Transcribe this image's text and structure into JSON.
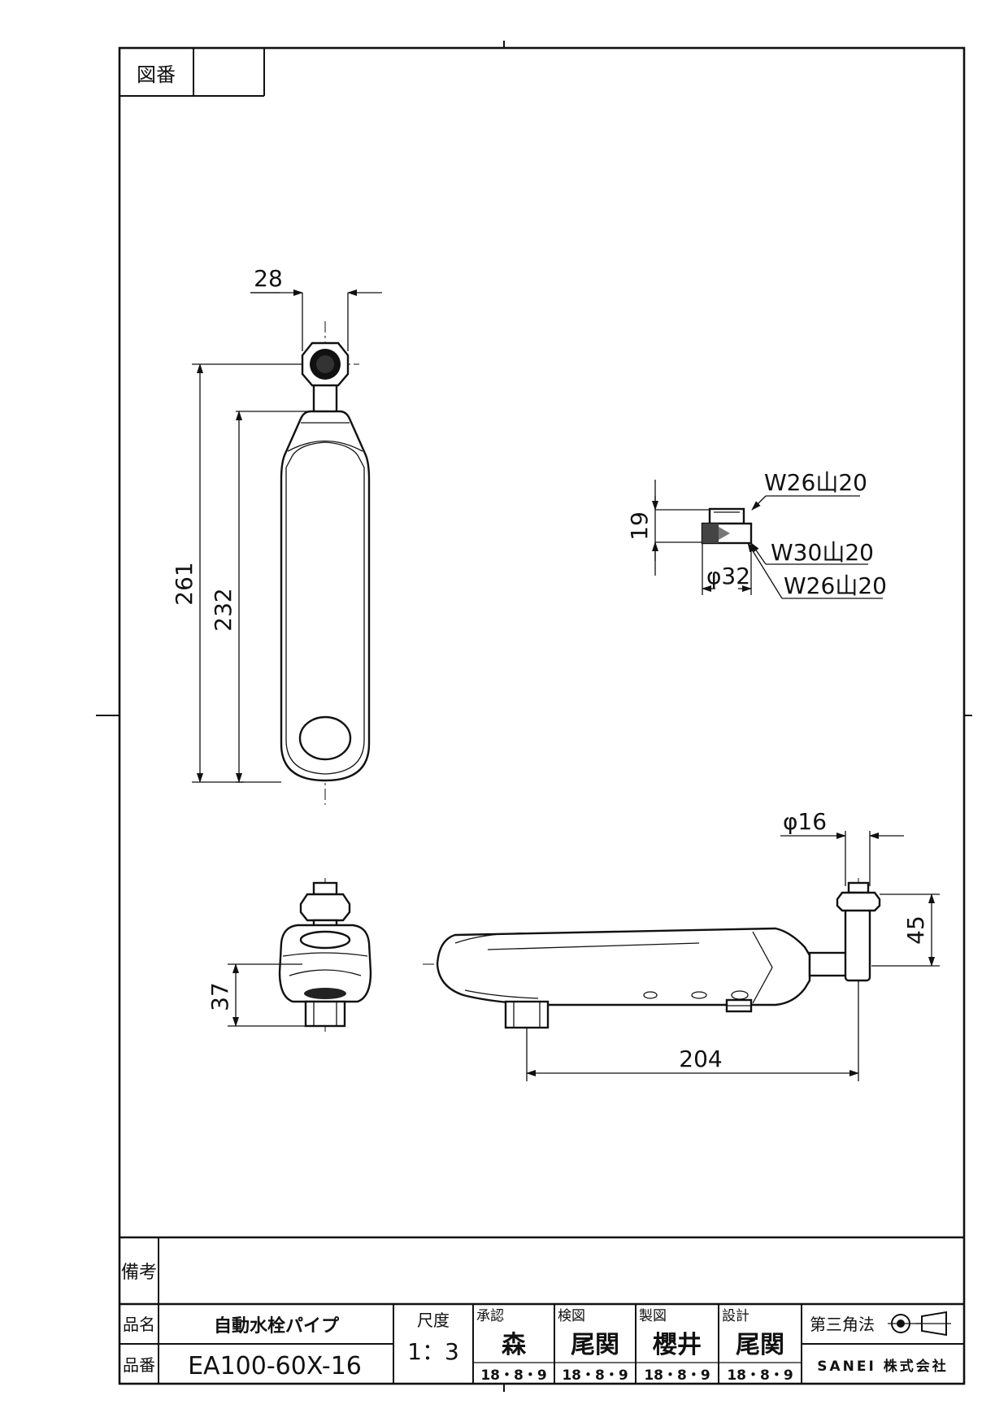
{
  "header": {
    "drawing_number_label": "図番",
    "drawing_number_value": ""
  },
  "dimensions": {
    "top_width": "28",
    "overall_length": "261",
    "body_length": "232",
    "adapter_height": "19",
    "adapter_diameter": "φ32",
    "thread_top": "W26山20",
    "thread_middle": "W30山20",
    "thread_bottom": "W26山20",
    "side_height": "37",
    "pipe_diameter": "φ16",
    "riser_height": "45",
    "reach": "204"
  },
  "title_block": {
    "remarks_label": "備考",
    "remarks_value": "",
    "name_label": "品名",
    "name_value": "自動水栓パイプ",
    "number_label": "品番",
    "number_value": "EA100-60X-16",
    "scale_label": "尺度",
    "scale_value": "1：3",
    "approval_label": "承認",
    "approval_name": "森",
    "approval_date": "18・8・9",
    "check_label": "検図",
    "check_name": "尾関",
    "check_date": "18・8・9",
    "draft_label": "製図",
    "draft_name": "櫻井",
    "draft_date": "18・8・9",
    "design_label": "設計",
    "design_name": "尾関",
    "design_date": "18・8・9",
    "projection_label": "第三角法",
    "company": "SANEI 株式会社"
  }
}
